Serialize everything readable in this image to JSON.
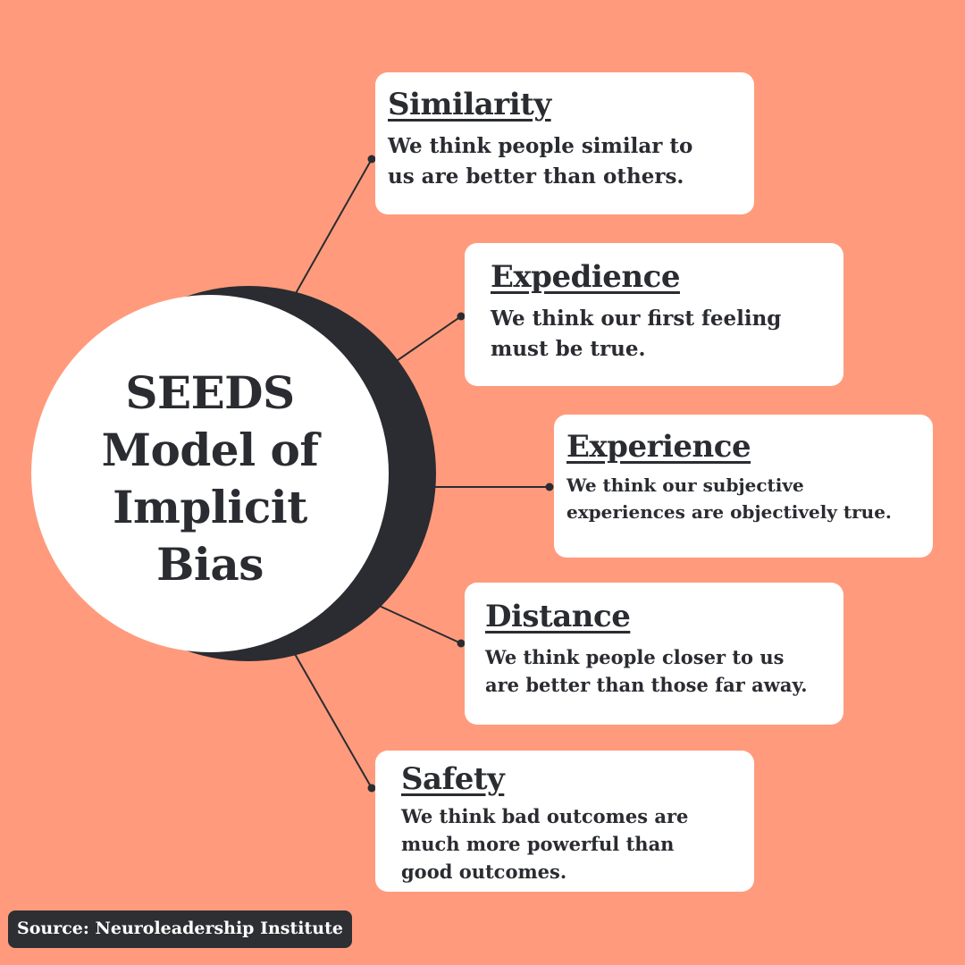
{
  "model_title": {
    "line1": "SEEDS",
    "line2": "Model of",
    "line3": "Implicit",
    "line4": "Bias"
  },
  "items": [
    {
      "heading": "Similarity",
      "description": "We think people similar to\nus are better than others."
    },
    {
      "heading": "Expedience",
      "description": "We think our first feeling\nmust be true."
    },
    {
      "heading": "Experience",
      "description": "We think our subjective\nexperiences are objectively true."
    },
    {
      "heading": "Distance",
      "description": "We think people closer to us\nare better than those far away."
    },
    {
      "heading": "Safety",
      "description": "We think bad outcomes are\nmuch more powerful than\ngood outcomes."
    }
  ],
  "source": "Source: Neuroleadership Institute",
  "colors": {
    "background": "#FF9B7C",
    "card": "#FFFFFF",
    "ink": "#2A2C31"
  }
}
